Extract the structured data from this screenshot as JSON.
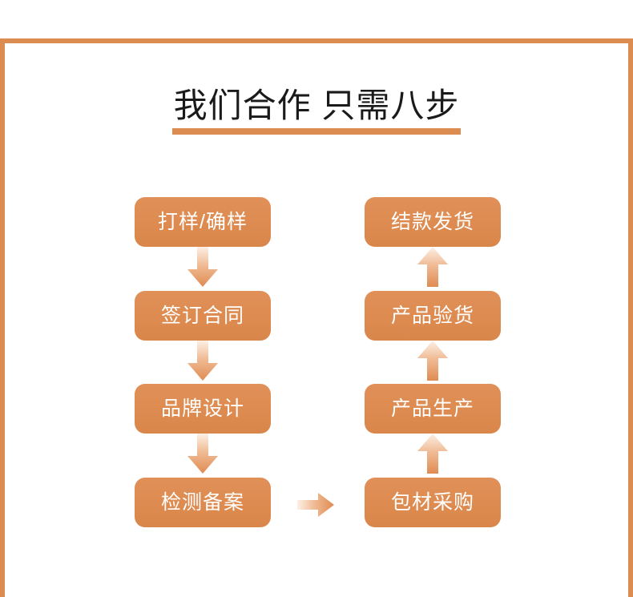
{
  "frame": {
    "color": "#dd8c51",
    "style": "open-bottom-rectangle"
  },
  "header": {
    "title": "我们合作 只需八步",
    "underline_color": "#dd8c51"
  },
  "theme": {
    "box_fill": "#dd8b50",
    "box_text_color": "#ffffff",
    "arrow_gradient_from": "#fbe5d6",
    "arrow_gradient_to": "#e08b52",
    "background": "#ffffff"
  },
  "flow": {
    "columns": [
      {
        "id": "left-column",
        "direction": "down",
        "steps": [
          {
            "order": 1,
            "label": "打样/确样"
          },
          {
            "order": 2,
            "label": "签订合同"
          },
          {
            "order": 3,
            "label": "品牌设计"
          },
          {
            "order": 4,
            "label": "检测备案"
          }
        ]
      },
      {
        "id": "right-column",
        "direction": "up",
        "steps": [
          {
            "order": 8,
            "label": "结款发货"
          },
          {
            "order": 7,
            "label": "产品验货"
          },
          {
            "order": 6,
            "label": "产品生产"
          },
          {
            "order": 5,
            "label": "包材采购"
          }
        ]
      }
    ],
    "connectors": {
      "left_down": [
        "down-arrow-1",
        "down-arrow-2",
        "down-arrow-3"
      ],
      "bridge": "right-arrow-bridge",
      "right_up": [
        "up-arrow-1",
        "up-arrow-2",
        "up-arrow-3"
      ]
    }
  }
}
